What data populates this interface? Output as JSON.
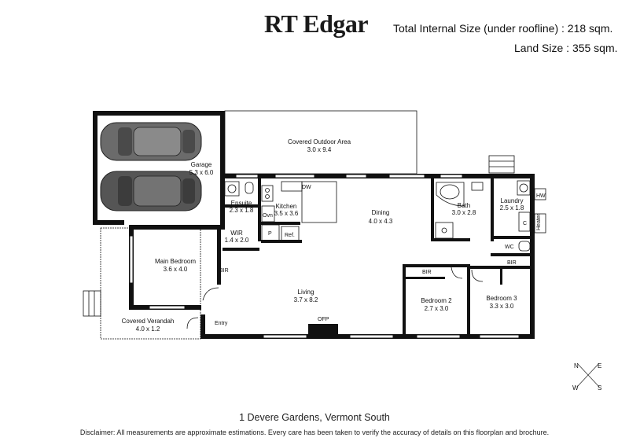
{
  "header": {
    "brand": "RT Edgar",
    "total_internal_size": "Total Internal Size (under roofline) : 218 sqm.",
    "land_size": "Land Size : 355 sqm."
  },
  "rooms": {
    "garage": {
      "name": "Garage",
      "size": "5.3 x 6.0"
    },
    "covered_outdoor": {
      "name": "Covered Outdoor Area",
      "size": "3.0 x 9.4"
    },
    "ensuite": {
      "name": "Ensuite",
      "size": "2.3 x 1.8"
    },
    "kitchen": {
      "name": "Kitchen",
      "size": "3.5 x 3.6"
    },
    "dining": {
      "name": "Dining",
      "size": "4.0 x 4.3"
    },
    "bath": {
      "name": "Bath",
      "size": "3.0 x 2.8"
    },
    "laundry": {
      "name": "Laundry",
      "size": "2.5 x 1.8"
    },
    "wir": {
      "name": "WIR",
      "size": "1.4 x 2.0"
    },
    "main_bedroom": {
      "name": "Main Bedroom",
      "size": "3.6 x 4.0"
    },
    "living": {
      "name": "Living",
      "size": "3.7 x 8.2"
    },
    "bedroom2": {
      "name": "Bedroom 2",
      "size": "2.7 x 3.0"
    },
    "bedroom3": {
      "name": "Bedroom 3",
      "size": "3.3 x 3.0"
    },
    "covered_verandah": {
      "name": "Covered Verandah",
      "size": "4.0 x 1.2"
    }
  },
  "fixtures": {
    "dw": "DW",
    "ovn": "Ovn",
    "p": "P",
    "ref": "Ref.",
    "bir": "BIR",
    "wc": "WC",
    "c": "C",
    "hw": "HW",
    "heater": "Heater",
    "ofp": "OFP",
    "entry": "Entry"
  },
  "compass": {
    "n": "N",
    "e": "E",
    "w": "W",
    "s": "S"
  },
  "footer": {
    "address": "1 Devere Gardens, Vermont South",
    "disclaimer": "Disclaimer: All measurements are approximate estimations. Every care has been taken to verify the accuracy of details on this floorplan and brochure."
  },
  "colors": {
    "wall": "#111111",
    "car_body": "#6b6b6b",
    "car_dark": "#555555"
  }
}
